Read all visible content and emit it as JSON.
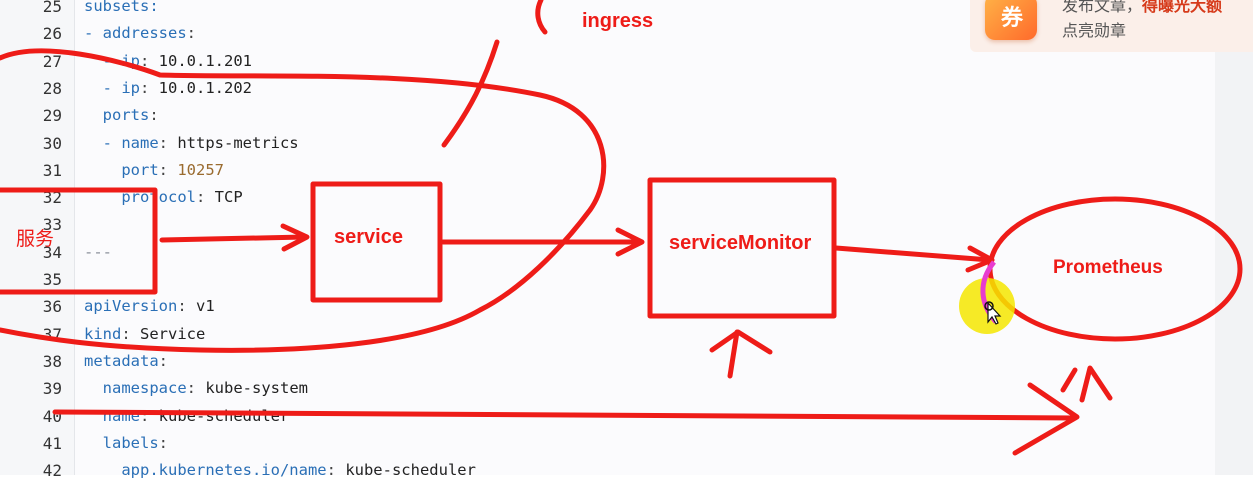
{
  "editor": {
    "lines": [
      {
        "n": "25",
        "code": [
          {
            "t": "subsets:",
            "c": "key"
          }
        ]
      },
      {
        "n": "26",
        "code": [
          {
            "t": "- ",
            "c": "dash"
          },
          {
            "t": "addresses",
            "c": "key"
          },
          {
            "t": ":",
            "c": "colon"
          }
        ]
      },
      {
        "n": "27",
        "code": [
          {
            "t": "  - ",
            "c": "dash"
          },
          {
            "t": "ip",
            "c": "key"
          },
          {
            "t": ": ",
            "c": "colon"
          },
          {
            "t": "10.0.1.201",
            "c": "val"
          }
        ]
      },
      {
        "n": "28",
        "code": [
          {
            "t": "  - ",
            "c": "dash"
          },
          {
            "t": "ip",
            "c": "key"
          },
          {
            "t": ": ",
            "c": "colon"
          },
          {
            "t": "10.0.1.202",
            "c": "val"
          }
        ]
      },
      {
        "n": "29",
        "code": [
          {
            "t": "  ports",
            "c": "key"
          },
          {
            "t": ":",
            "c": "colon"
          }
        ]
      },
      {
        "n": "30",
        "code": [
          {
            "t": "  - ",
            "c": "dash"
          },
          {
            "t": "name",
            "c": "key"
          },
          {
            "t": ": ",
            "c": "colon"
          },
          {
            "t": "https-metrics",
            "c": "val"
          }
        ]
      },
      {
        "n": "31",
        "code": [
          {
            "t": "    port",
            "c": "key"
          },
          {
            "t": ": ",
            "c": "colon"
          },
          {
            "t": "10257",
            "c": "num"
          }
        ]
      },
      {
        "n": "32",
        "code": [
          {
            "t": "    protocol",
            "c": "key"
          },
          {
            "t": ": ",
            "c": "colon"
          },
          {
            "t": "TCP",
            "c": "val"
          }
        ]
      },
      {
        "n": "33",
        "code": []
      },
      {
        "n": "34",
        "code": [
          {
            "t": "---",
            "c": "cmt"
          }
        ]
      },
      {
        "n": "35",
        "code": []
      },
      {
        "n": "36",
        "code": [
          {
            "t": "apiVersion",
            "c": "key"
          },
          {
            "t": ": ",
            "c": "colon"
          },
          {
            "t": "v1",
            "c": "val"
          }
        ]
      },
      {
        "n": "37",
        "code": [
          {
            "t": "kind",
            "c": "key"
          },
          {
            "t": ": ",
            "c": "colon"
          },
          {
            "t": "Service",
            "c": "val"
          }
        ]
      },
      {
        "n": "38",
        "code": [
          {
            "t": "metadata",
            "c": "key"
          },
          {
            "t": ":",
            "c": "colon"
          }
        ]
      },
      {
        "n": "39",
        "code": [
          {
            "t": "  namespace",
            "c": "key"
          },
          {
            "t": ": ",
            "c": "colon"
          },
          {
            "t": "kube-system",
            "c": "val"
          }
        ]
      },
      {
        "n": "40",
        "code": [
          {
            "t": "  name",
            "c": "key"
          },
          {
            "t": ": ",
            "c": "colon"
          },
          {
            "t": "kube-scheduler",
            "c": "val"
          }
        ]
      },
      {
        "n": "41",
        "code": [
          {
            "t": "  labels",
            "c": "key"
          },
          {
            "t": ":",
            "c": "colon"
          }
        ]
      },
      {
        "n": "42",
        "code": [
          {
            "t": "    app.kubernetes.io/name",
            "c": "key"
          },
          {
            "t": ": ",
            "c": "colon"
          },
          {
            "t": "kube-scheduler",
            "c": "val"
          }
        ]
      }
    ]
  },
  "annotations": {
    "ingress": "ingress",
    "service": "service",
    "serviceMonitor": "serviceMonitor",
    "prometheus": "Prometheus",
    "fuwu": "服务",
    "pen_color": "#ee1c18"
  },
  "promo": {
    "line1_prefix": "发布文章，",
    "line1_bold": "得曝光大额",
    "line2": "点亮勋章",
    "icon": "coupon-icon"
  },
  "cursor": {
    "highlight_color": "#f5e600",
    "ring_color": "#e83ccf"
  }
}
